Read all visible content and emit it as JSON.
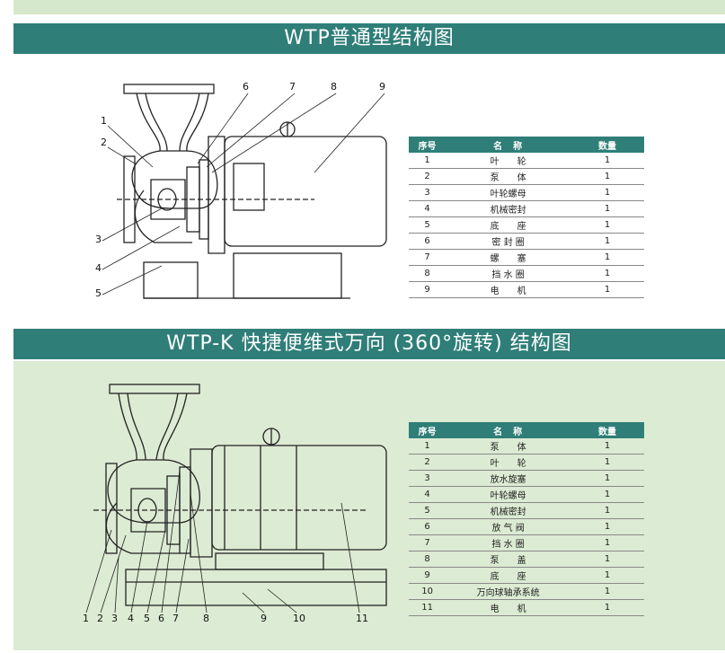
{
  "section1": {
    "title": "WTP普通型结构图",
    "table": {
      "headers": [
        "序号",
        "名　称",
        "数量"
      ],
      "rows": [
        [
          "1",
          "叶　　轮",
          "1"
        ],
        [
          "2",
          "泵　　体",
          "1"
        ],
        [
          "3",
          "叶轮螺母",
          "1"
        ],
        [
          "4",
          "机械密封",
          "1"
        ],
        [
          "5",
          "底　　座",
          "1"
        ],
        [
          "6",
          "密 封 圈",
          "1"
        ],
        [
          "7",
          "螺　　塞",
          "1"
        ],
        [
          "8",
          "挡 水 圈",
          "1"
        ],
        [
          "9",
          "电　　机",
          "1"
        ]
      ]
    },
    "callouts": [
      "1",
      "2",
      "3",
      "4",
      "5",
      "6",
      "7",
      "8",
      "9"
    ]
  },
  "section2": {
    "title": "WTP-K 快捷便维式万向 (360°旋转) 结构图",
    "table": {
      "headers": [
        "序号",
        "名　称",
        "数量"
      ],
      "rows": [
        [
          "1",
          "泵　　体",
          "1"
        ],
        [
          "2",
          "叶　　轮",
          "1"
        ],
        [
          "3",
          "放水旋塞",
          "1"
        ],
        [
          "4",
          "叶轮螺母",
          "1"
        ],
        [
          "5",
          "机械密封",
          "1"
        ],
        [
          "6",
          "放 气 阀",
          "1"
        ],
        [
          "7",
          "挡 水 圈",
          "1"
        ],
        [
          "8",
          "泵　　盖",
          "1"
        ],
        [
          "9",
          "底　　座",
          "1"
        ],
        [
          "10",
          "万向球轴承系统",
          "1"
        ],
        [
          "11",
          "电　　机",
          "1"
        ]
      ]
    },
    "callouts": [
      "1",
      "2",
      "3",
      "4",
      "5",
      "6",
      "7",
      "8",
      "9",
      "10",
      "11"
    ]
  },
  "colors": {
    "band": "#2f7e78",
    "panel": "#dcebd3",
    "strip": "#d6e8cc"
  }
}
